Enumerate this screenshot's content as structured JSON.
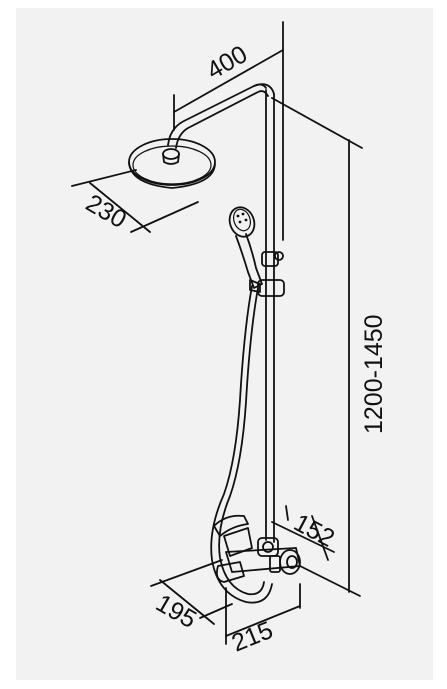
{
  "dimensions": {
    "arm_length": "400",
    "head_diameter": "230",
    "height_range": "1200-1450",
    "depth_front": "195",
    "width_mixer": "215",
    "wall_offset": "152"
  },
  "colors": {
    "panel": "#f2f2f2",
    "line": "#111111"
  }
}
